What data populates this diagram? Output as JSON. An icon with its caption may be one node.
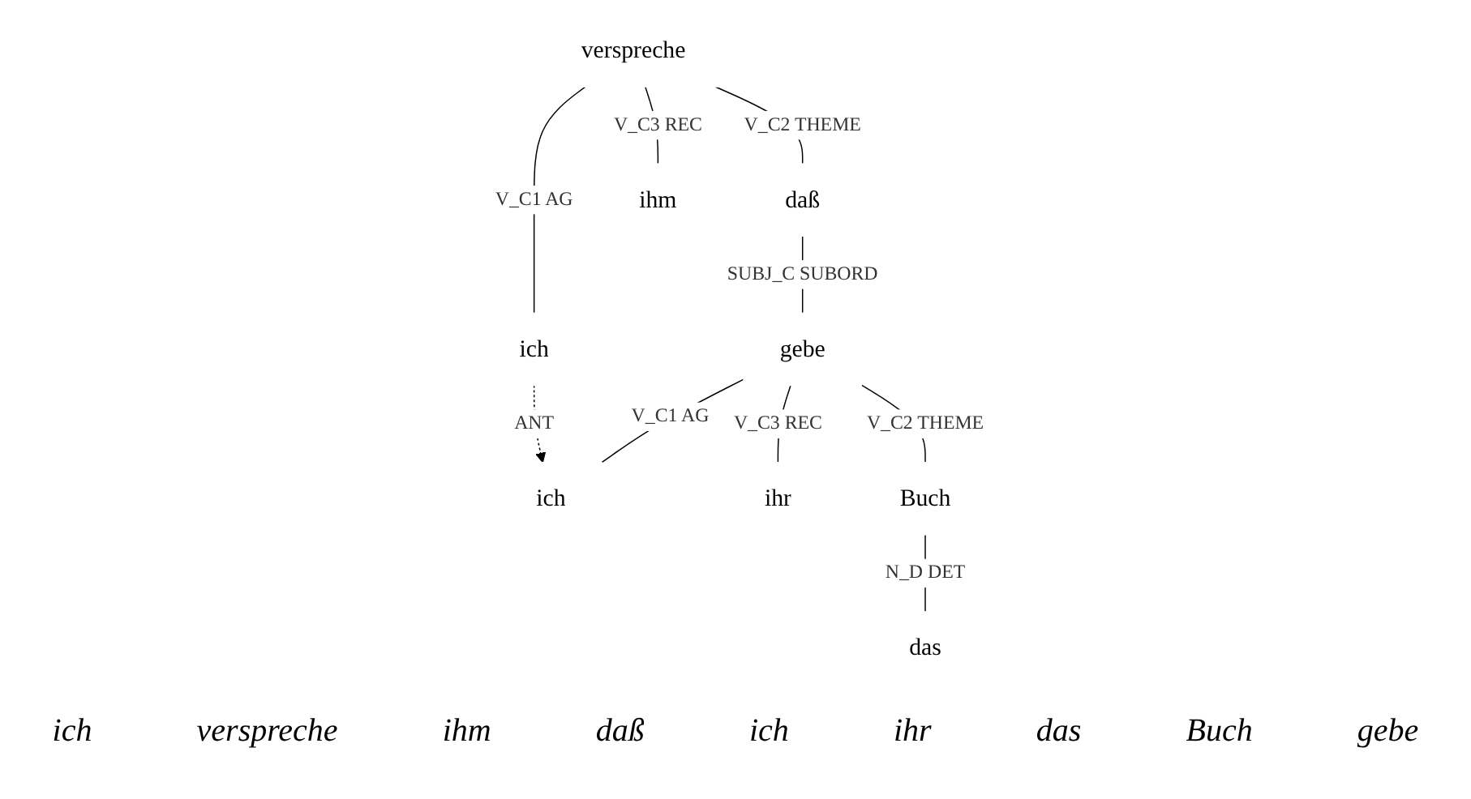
{
  "diagram": {
    "nodes": [
      {
        "text": [
          "verspreche"
        ]
      },
      {
        "text": [
          "ich"
        ]
      },
      {
        "text": [
          "ihm"
        ]
      },
      {
        "text": [
          "daß"
        ]
      },
      {
        "text": [
          "gebe"
        ]
      },
      {
        "text": [
          "ich"
        ]
      },
      {
        "text": [
          "ihr"
        ]
      },
      {
        "text": [
          "Buch"
        ]
      },
      {
        "text": [
          "das"
        ]
      }
    ],
    "edges": [
      {
        "from": 0,
        "to": 1,
        "arrow": "none",
        "label": "V_C1 AG"
      },
      {
        "from": 0,
        "to": 2,
        "arrow": "none",
        "label": "V_C3 REC"
      },
      {
        "from": 0,
        "to": 3,
        "arrow": "none",
        "label": "V_C2 THEME"
      },
      {
        "from": 3,
        "to": 4,
        "arrow": "none",
        "label": "SUBJ_C SUBORD"
      },
      {
        "from": 4,
        "to": 5,
        "arrow": "none",
        "label": "V_C1 AG"
      },
      {
        "from": 4,
        "to": 6,
        "arrow": "none",
        "label": "V_C3 REC"
      },
      {
        "from": 4,
        "to": 7,
        "arrow": "none",
        "label": "V_C2 THEME"
      },
      {
        "from": 7,
        "to": 8,
        "arrow": "none",
        "label": "N_D DET"
      },
      {
        "from": 1,
        "to": 5,
        "arrow": "to",
        "label": "ANT",
        "style": "dashed"
      }
    ],
    "labels": [
      "ich",
      "verspreche",
      "ihm",
      "daß",
      "ich",
      "ihr",
      "das",
      "Buch",
      "gebe"
    ]
  }
}
